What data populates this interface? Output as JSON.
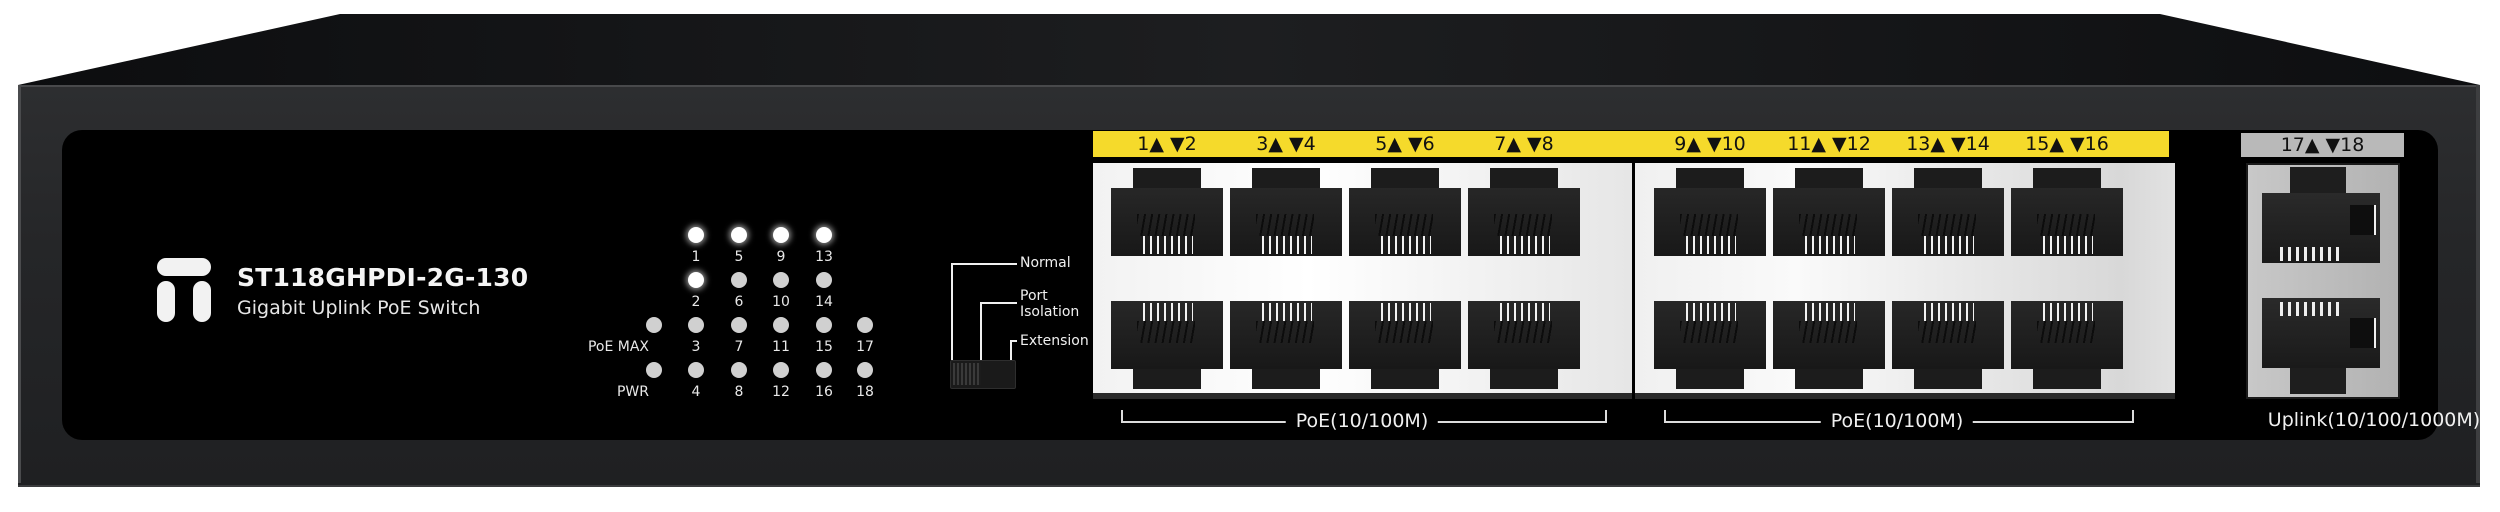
{
  "device": {
    "model": "ST118GHPDI-2G-130",
    "subtitle": "Gigabit Uplink PoE Switch",
    "logo": "brand-logo-icon"
  },
  "leds": {
    "side_labels": [
      "PoE MAX",
      "PWR"
    ],
    "port_labels": [
      "1",
      "2",
      "3",
      "4",
      "5",
      "6",
      "7",
      "8",
      "9",
      "10",
      "11",
      "12",
      "13",
      "14",
      "15",
      "16",
      "17",
      "18"
    ],
    "lit_ports": [
      "1",
      "2",
      "5",
      "9",
      "13"
    ]
  },
  "dip_switch": {
    "labels": [
      "Normal",
      "Port",
      "Isolation",
      "Extension"
    ],
    "position": "Normal"
  },
  "port_groups": [
    {
      "labels": [
        "1▲ ▼2",
        "3▲ ▼4",
        "5▲ ▼6",
        "7▲ ▼8"
      ],
      "caption": "PoE(10/100M)",
      "label_color": "#f5da2b"
    },
    {
      "labels": [
        "9▲ ▼10",
        "11▲ ▼12",
        "13▲ ▼14",
        "15▲ ▼16"
      ],
      "caption": "PoE(10/100M)",
      "label_color": "#f5da2b"
    },
    {
      "labels": [
        "17▲ ▼18"
      ],
      "caption": "Uplink(10/100/1000M)",
      "label_color": "#b9b9b9"
    }
  ],
  "colors": {
    "chassis": "#252628",
    "panel": "#000000",
    "poe_label_bar": "#f5da2b",
    "uplink_label_bar": "#b9b9b9"
  }
}
